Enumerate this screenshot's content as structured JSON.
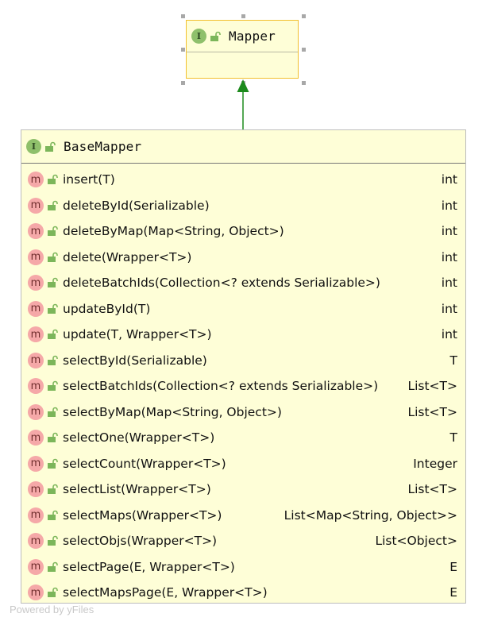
{
  "diagram": {
    "parent": {
      "name": "Mapper",
      "kind_badge": "I"
    },
    "child": {
      "name": "BaseMapper",
      "kind_badge": "I",
      "method_badge": "m",
      "methods": [
        {
          "signature": "insert(T)",
          "returns": "int"
        },
        {
          "signature": "deleteById(Serializable)",
          "returns": "int"
        },
        {
          "signature": "deleteByMap(Map<String, Object>)",
          "returns": "int"
        },
        {
          "signature": "delete(Wrapper<T>)",
          "returns": "int"
        },
        {
          "signature": "deleteBatchIds(Collection<? extends Serializable>)",
          "returns": "int"
        },
        {
          "signature": "updateById(T)",
          "returns": "int"
        },
        {
          "signature": "update(T, Wrapper<T>)",
          "returns": "int"
        },
        {
          "signature": "selectById(Serializable)",
          "returns": "T"
        },
        {
          "signature": "selectBatchIds(Collection<? extends Serializable>)",
          "returns": "List<T>"
        },
        {
          "signature": "selectByMap(Map<String, Object>)",
          "returns": "List<T>"
        },
        {
          "signature": "selectOne(Wrapper<T>)",
          "returns": "T"
        },
        {
          "signature": "selectCount(Wrapper<T>)",
          "returns": "Integer"
        },
        {
          "signature": "selectList(Wrapper<T>)",
          "returns": "List<T>"
        },
        {
          "signature": "selectMaps(Wrapper<T>)",
          "returns": "List<Map<String, Object>>"
        },
        {
          "signature": "selectObjs(Wrapper<T>)",
          "returns": "List<Object>"
        },
        {
          "signature": "selectPage(E, Wrapper<T>)",
          "returns": "E"
        },
        {
          "signature": "selectMapsPage(E, Wrapper<T>)",
          "returns": "E"
        }
      ]
    },
    "relation": "extends",
    "colors": {
      "node_fill": "#fefed7",
      "selected_border": "#f2c02e",
      "arrow": "#1c8a1c",
      "interface_icon": "#8fc06b",
      "method_icon": "#f5a8a8"
    }
  },
  "footer": {
    "text": "Powered by yFiles"
  }
}
